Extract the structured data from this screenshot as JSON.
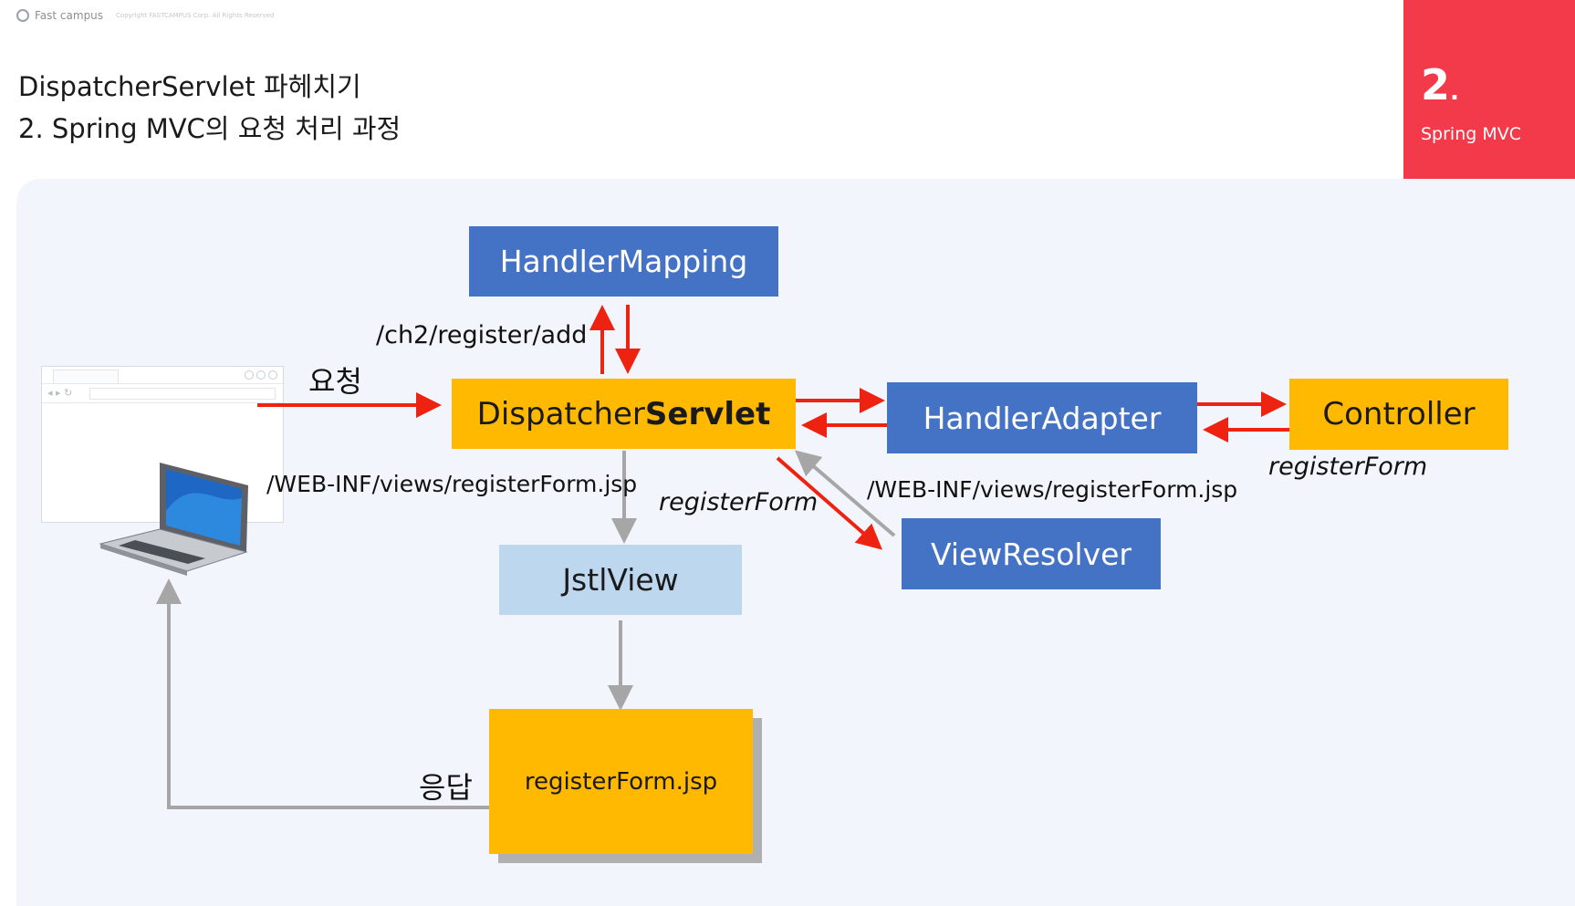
{
  "brand": {
    "name": "Fast campus",
    "copyright": "Copyright FASTCAMPUS Corp. All Rights Reserved"
  },
  "title": {
    "line1": "DispatcherServlet 파헤치기",
    "line2": "2. Spring MVC의 요청 처리 과정"
  },
  "corner": {
    "number": "2",
    "dot": ".",
    "subtitle": "Spring MVC",
    "color": "#f23a4a"
  },
  "colors": {
    "blue_box": "#4472c4",
    "gold_box": "#ffb900",
    "light_blue_box": "#bdd7ee",
    "red_arrow": "#ee2211",
    "gray_arrow": "#a6a6a6"
  },
  "diagram": {
    "nodes": {
      "handler_mapping": "HandlerMapping",
      "dispatcher_prefix": "Dispatcher",
      "dispatcher_bold": "Servlet",
      "handler_adapter": "HandlerAdapter",
      "controller": "Controller",
      "view_resolver": "ViewResolver",
      "jstl_view": "JstlView",
      "register_form_jsp": "registerForm.jsp"
    },
    "labels": {
      "request_url": "/ch2/register/add",
      "request": "요청",
      "view_path_left": "/WEB-INF/views/registerForm.jsp",
      "view_name_center": "registerForm",
      "view_path_right": "/WEB-INF/views/registerForm.jsp",
      "view_name_controller": "registerForm",
      "response": "응답"
    },
    "icons": [
      "browser-window-icon",
      "laptop-icon"
    ]
  }
}
